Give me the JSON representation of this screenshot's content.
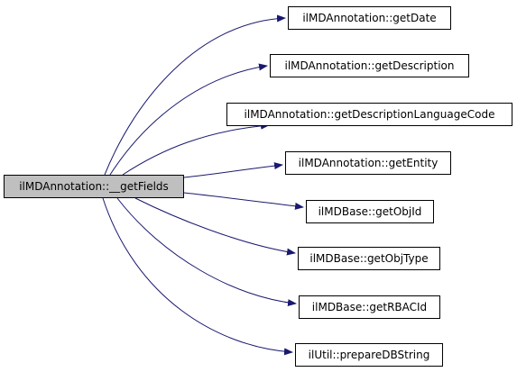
{
  "colors": {
    "edge": "#191970",
    "node_border": "#000000",
    "node_fill": "#ffffff",
    "source_fill": "#bfbfbf"
  },
  "source": {
    "label": "ilMDAnnotation::__getFields"
  },
  "targets": [
    {
      "label": "ilMDAnnotation::getDate"
    },
    {
      "label": "ilMDAnnotation::getDescription"
    },
    {
      "label": "ilMDAnnotation::getDescriptionLanguageCode"
    },
    {
      "label": "ilMDAnnotation::getEntity"
    },
    {
      "label": "ilMDBase::getObjId"
    },
    {
      "label": "ilMDBase::getObjType"
    },
    {
      "label": "ilMDBase::getRBACId"
    },
    {
      "label": "ilUtil::prepareDBString"
    }
  ]
}
